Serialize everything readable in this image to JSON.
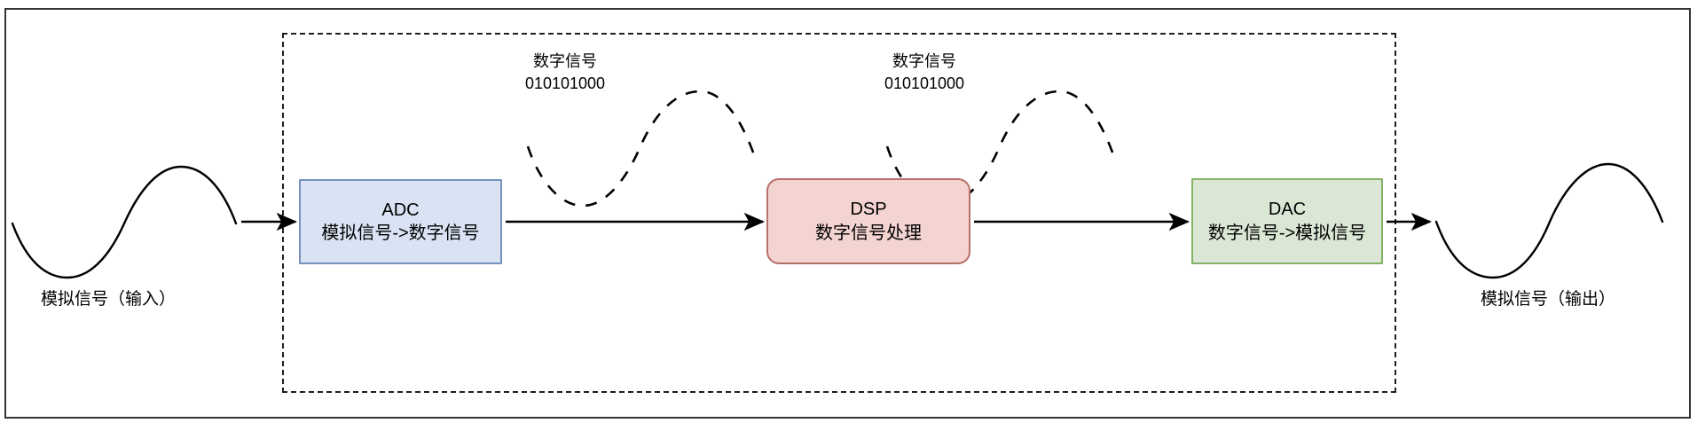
{
  "diagram": {
    "title": "ADC-DSP-DAC signal chain",
    "colors": {
      "adc_fill": "#dae3f4",
      "adc_stroke": "#7591c0",
      "dsp_fill": "#f3d4d1",
      "dsp_stroke": "#b86f6a",
      "dac_fill": "#dbe7d5",
      "dac_stroke": "#82b366",
      "line": "#000000",
      "frame": "#333333"
    }
  },
  "nodes": {
    "adc": {
      "title": "ADC",
      "subtitle": "模拟信号->数字信号"
    },
    "dsp": {
      "title": "DSP",
      "subtitle": "数字信号处理"
    },
    "dac": {
      "title": "DAC",
      "subtitle": "数字信号->模拟信号"
    }
  },
  "labels": {
    "digital_signal_1": {
      "line1": "数字信号",
      "line2": "010101000"
    },
    "digital_signal_2": {
      "line1": "数字信号",
      "line2": "010101000"
    },
    "analog_input": "模拟信号（输入）",
    "analog_output": "模拟信号（输出）"
  },
  "waveforms": {
    "analog_input_wave": "solid-sine",
    "digital_wave_1": "dashed-sine",
    "digital_wave_2": "dashed-sine",
    "analog_output_wave": "solid-sine"
  },
  "connectors": {
    "input_to_adc": "arrow-right",
    "adc_to_dsp": "arrow-right",
    "dsp_to_dac": "arrow-right",
    "dac_to_output": "arrow-right"
  }
}
